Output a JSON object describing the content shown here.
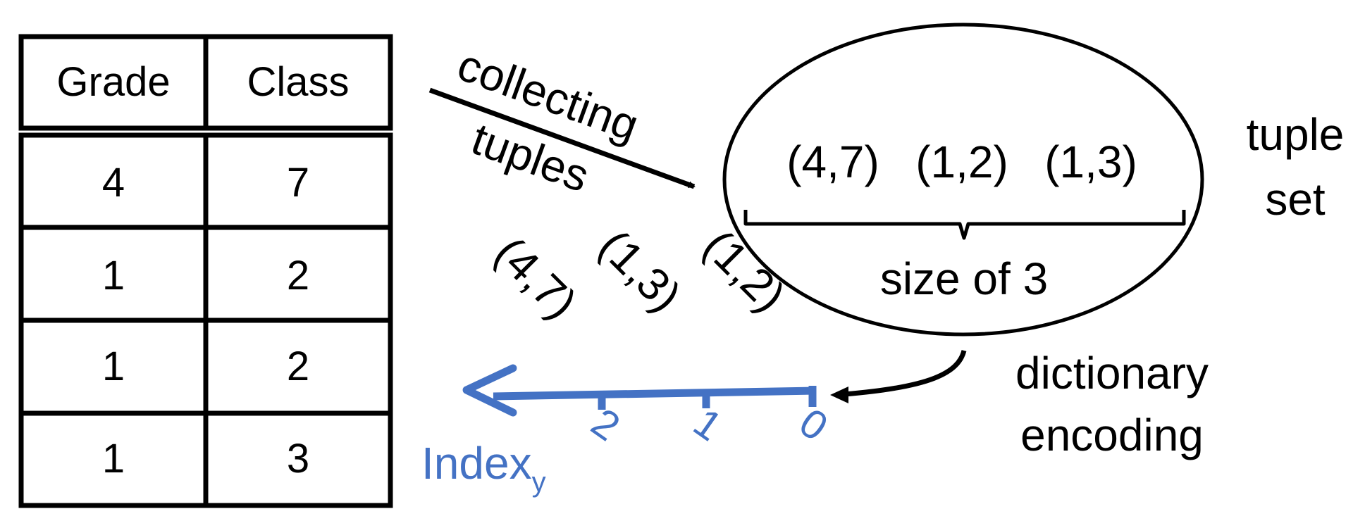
{
  "table": {
    "headers": [
      "Grade",
      "Class"
    ],
    "rows": [
      [
        "4",
        "7"
      ],
      [
        "1",
        "2"
      ],
      [
        "1",
        "2"
      ],
      [
        "1",
        "3"
      ]
    ]
  },
  "collect_label": {
    "line1": "collecting",
    "line2": "tuples"
  },
  "tuple_set": {
    "tuples": [
      "(4,7)",
      "(1,2)",
      "(1,3)"
    ],
    "size_label": "size of 3",
    "label_line1": "tuple",
    "label_line2": "set"
  },
  "encoding": {
    "line1": "dictionary",
    "line2": "encoding"
  },
  "index_axis": {
    "label": "Index",
    "subscript": "y",
    "color": "#4472c4",
    "tick_labels": [
      "2",
      "1",
      "0"
    ],
    "tuple_labels": [
      "(4,7)",
      "(1,3)",
      "(1,2)"
    ]
  }
}
